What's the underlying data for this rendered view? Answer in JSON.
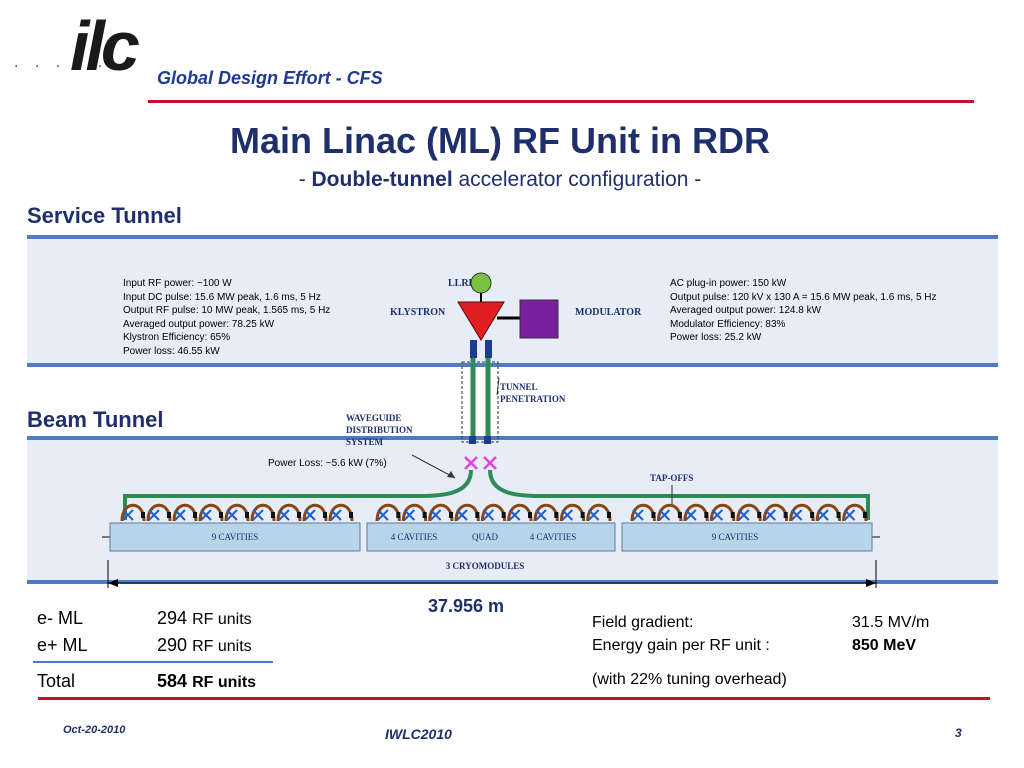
{
  "header": {
    "logo_text": "ilc",
    "logo_dots": ". . . . . .",
    "org": "Global Design Effort  - CFS"
  },
  "title": "Main Linac (ML) RF Unit in RDR",
  "subtitle": {
    "prefix": "- ",
    "bold": "Double-tunnel",
    "rest": " accelerator configuration -"
  },
  "service_tunnel": {
    "label": "Service Tunnel",
    "klystron_specs": [
      "Input RF power: ~100 W",
      "Input DC pulse: 15.6 MW peak, 1.6 ms, 5 Hz",
      "Output RF pulse: 10 MW peak, 1.565 ms, 5 Hz",
      "Averaged output power: 78.25 kW",
      "Klystron Efficiency: 65%",
      "Power loss: 46.55 kW"
    ],
    "modulator_specs": [
      "AC plug-in power: 150 kW",
      "Output pulse: 120 kV x 130 A = 15.6 MW peak, 1.6 ms, 5 Hz",
      "Averaged output power: 124.8 kW",
      "Modulator Efficiency: 83%",
      "Power loss: 25.2 kW"
    ],
    "llrf_label": "LLRF",
    "klystron_label": "KLYSTRON",
    "modulator_label": "MODULATOR"
  },
  "penetration": {
    "line1": "TUNNEL",
    "line2": "PENETRATION"
  },
  "beam_tunnel": {
    "label": "Beam Tunnel",
    "wds_line1": "WAVEGUIDE",
    "wds_line2": "DISTRIBUTION",
    "wds_line3": "SYSTEM",
    "power_loss": "Power Loss: ~5.6 kW (7%)",
    "tapoffs": "TAP-OFFS",
    "modules": [
      {
        "label": "9 CAVITIES"
      },
      {
        "label": "4 CAVITIES",
        "quad": "QUAD",
        "label2": "4 CAVITIES"
      },
      {
        "label": "9 CAVITIES"
      }
    ],
    "cryomodules": "3 CRYOMODULES",
    "length": "37.956 m"
  },
  "stats": {
    "e_minus_label": "e- ML",
    "e_minus_value": "294",
    "e_minus_unit": "RF units",
    "e_plus_label": "e+ ML",
    "e_plus_value": "290",
    "e_plus_unit": "RF units",
    "total_label": "Total",
    "total_value": "584",
    "total_unit": "RF units"
  },
  "gradient": {
    "field_label": "Field gradient:",
    "field_value": "31.5 MV/m",
    "energy_label": "Energy gain per RF unit :",
    "energy_value": "850 MeV",
    "note": "(with 22% tuning overhead)"
  },
  "footer": {
    "date": "Oct-20-2010",
    "event": "IWLC2010",
    "page": "3"
  },
  "colors": {
    "accent_red": "#c8102e",
    "title_navy": "#1f2f6b",
    "tunnel_blue": "#4f7cc0",
    "klystron": "#e02020",
    "modulator": "#7a1fa0",
    "waveguide_green": "#2e8b57",
    "waveguide_brown": "#8b4513"
  }
}
